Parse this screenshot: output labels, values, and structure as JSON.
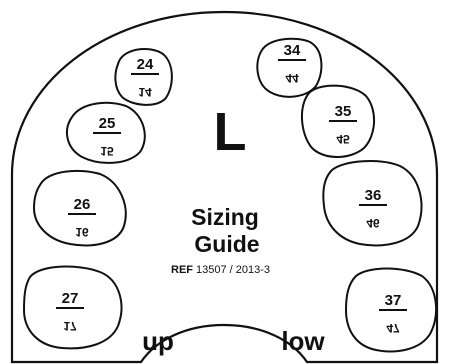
{
  "letter": "L",
  "title_line1": "Sizing",
  "title_line2": "Guide",
  "ref_label": "REF",
  "ref_value": "13507 / 2013-3",
  "label_up": "up",
  "label_low": "low",
  "left_teeth": [
    {
      "top": "24",
      "bottom": "14"
    },
    {
      "top": "25",
      "bottom": "15"
    },
    {
      "top": "26",
      "bottom": "16"
    },
    {
      "top": "27",
      "bottom": "17"
    }
  ],
  "right_teeth": [
    {
      "top": "34",
      "bottom": "44"
    },
    {
      "top": "35",
      "bottom": "45"
    },
    {
      "top": "36",
      "bottom": "46"
    },
    {
      "top": "37",
      "bottom": "47"
    }
  ]
}
